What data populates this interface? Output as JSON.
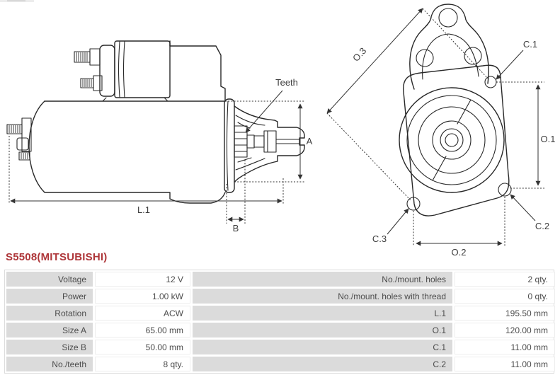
{
  "part_header": {
    "title": "S5508(MITSUBISHI)",
    "color": "#ae3639"
  },
  "diagram": {
    "side_view": {
      "teeth_label": "Teeth",
      "dim_a": "A",
      "dim_l1": "L.1",
      "dim_b": "B"
    },
    "front_view": {
      "dim_o3": "O.3",
      "dim_c1": "C.1",
      "dim_o1": "O.1",
      "dim_c3": "C.3",
      "dim_c2": "C.2",
      "dim_o2": "O.2"
    }
  },
  "spec_table": {
    "left_rows": [
      {
        "label": "Voltage",
        "value": "12 V"
      },
      {
        "label": "Power",
        "value": "1.00 kW"
      },
      {
        "label": "Rotation",
        "value": "ACW"
      },
      {
        "label": "Size A",
        "value": "65.00 mm"
      },
      {
        "label": "Size B",
        "value": "50.00 mm"
      },
      {
        "label": "No./teeth",
        "value": "8 qty."
      }
    ],
    "right_rows": [
      {
        "label": "No./mount. holes",
        "value": "2 qty."
      },
      {
        "label": "No./mount. holes with thread",
        "value": "0 qty."
      },
      {
        "label": "L.1",
        "value": "195.50 mm"
      },
      {
        "label": "O.1",
        "value": "120.00 mm"
      },
      {
        "label": "C.1",
        "value": "11.00 mm"
      },
      {
        "label": "C.2",
        "value": "11.00 mm"
      }
    ]
  }
}
